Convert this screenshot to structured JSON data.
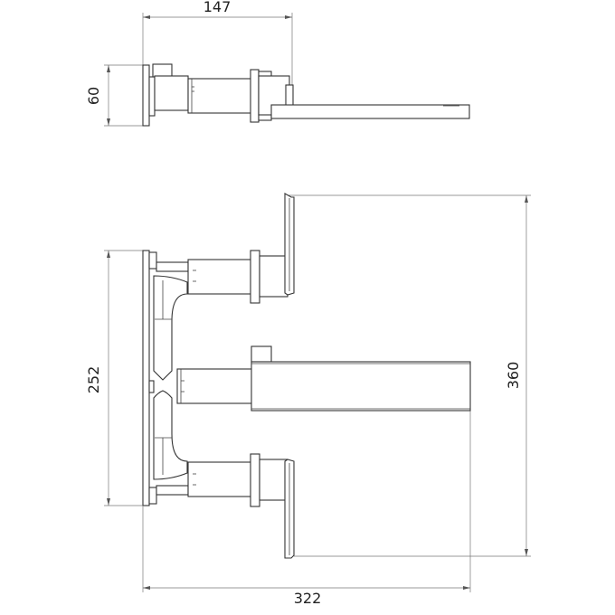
{
  "dimensions": {
    "top_view_depth": "147",
    "top_view_height": "60",
    "front_view_centers": "252",
    "front_view_height": "360",
    "front_view_width": "322"
  },
  "colors": {
    "line": "#333333",
    "dimension_line": "#777777",
    "background": "#ffffff"
  }
}
